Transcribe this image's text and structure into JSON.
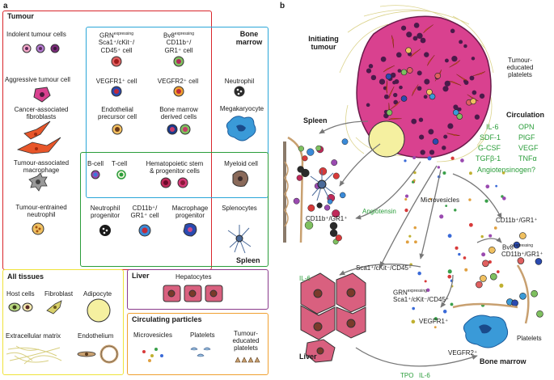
{
  "panels": {
    "a": "a",
    "b": "b"
  },
  "legend": {
    "tumour": {
      "title": "Tumour",
      "indolent": "Indolent tumour cells",
      "aggressive": "Aggressive tumour cell",
      "caf": [
        "Cancer-associated",
        "fibroblasts"
      ],
      "tam": [
        "Tumour-associated",
        "macrophage"
      ],
      "ten": [
        "Tumour-entrained",
        "neutrophil"
      ]
    },
    "marrow": {
      "title": [
        "Bone",
        "marrow"
      ],
      "grn": {
        "prefix": "GRN",
        "sup": "expressing",
        "lines": [
          "Sca1⁺/cKit⁻/",
          "CD45⁺ cell"
        ]
      },
      "bv8": {
        "prefix": "Bv8",
        "sup": "expressing",
        "lines": [
          "CD11b⁺/",
          "GR1⁺ cell"
        ]
      },
      "vegfr1": "VEGFR1⁺ cell",
      "vegfr2": "VEGFR2⁺ cell",
      "neutrophil": "Neutrophil",
      "endothelial": [
        "Endothelial",
        "precursor cell"
      ],
      "bmdc": [
        "Bone marrow",
        "derived cells"
      ],
      "megakaryocyte": "Megakaryocyte",
      "myeloid": "Myeloid cell",
      "bcell": "B-cell",
      "tcell": "T-cell",
      "hsc": [
        "Hematopoietic stem",
        "& progenitor cells"
      ]
    },
    "spleen": {
      "title": "Spleen",
      "neutrophil_prog": [
        "Neutrophil",
        "progenitor"
      ],
      "cd11b": [
        "CD11b⁺/",
        "GR1⁺ cell"
      ],
      "macrophage_prog": [
        "Macrophage",
        "progenitor"
      ],
      "splenocytes": "Splenocytes"
    },
    "all_tissues": {
      "title": "All tissues",
      "host": "Host cells",
      "fibroblast": "Fibroblast",
      "adipocyte": "Adipocyte",
      "ecm": "Extracellular matrix",
      "endothelium": "Endothelium"
    },
    "liver": {
      "title": "Liver",
      "hepatocytes": "Hepatocytes"
    },
    "circulating": {
      "title": "Circulating particles",
      "microvesicles": "Microvesicles",
      "platelets": "Platelets",
      "tep": [
        "Tumour-",
        "educated",
        "platelets"
      ]
    }
  },
  "diagram": {
    "initiating_tumour": [
      "Initiating",
      "tumour"
    ],
    "tep": [
      "Tumour-",
      "educated",
      "platelets"
    ],
    "circulation": {
      "title": "Circulation",
      "factors_left": [
        "IL-6",
        "SDF-1",
        "G-CSF",
        "TGFβ-1"
      ],
      "factors_right": [
        "OPN",
        "PlGF",
        "VEGF",
        "TNFα"
      ],
      "extra": "Angiotensinogen?"
    },
    "spleen": "Spleen",
    "angiotensin": "Angiotensin",
    "spleen_cd11b": "CD11b⁺/GR1⁺",
    "microvesicles": "Microvesicles",
    "cd11b_gr1": "CD11b⁺/GR1⁺",
    "bv8": {
      "prefix": "Bv8",
      "sup": "expressing",
      "line": "CD11b⁺/GR1⁺"
    },
    "sca1": "Sca1⁺/cKit⁻/CD45⁺",
    "grn": {
      "prefix": "GRN",
      "sup": "expressing",
      "line": "Sca1⁺/cKit⁻/CD45⁺"
    },
    "il6_liver": "IL-6",
    "liver": "Liver",
    "vegfr1": "VEGFR1⁺",
    "vegfr2": "VEGFR2⁺",
    "platelets": "Platelets",
    "bone_marrow": "Bone marrow",
    "tpo": "TPO",
    "il6_bottom": "IL-6"
  },
  "colors": {
    "tumour_box": "#d9262b",
    "marrow_box": "#2aa6d8",
    "spleen_box": "#2a9d3a",
    "all_tissues_box": "#efe33a",
    "liver_box": "#8a3a8c",
    "circulating_box": "#f0a030",
    "tumour_cell": "#d9418f",
    "factor_text": "#2a9d3a",
    "hepatocyte": "#d9607f"
  }
}
